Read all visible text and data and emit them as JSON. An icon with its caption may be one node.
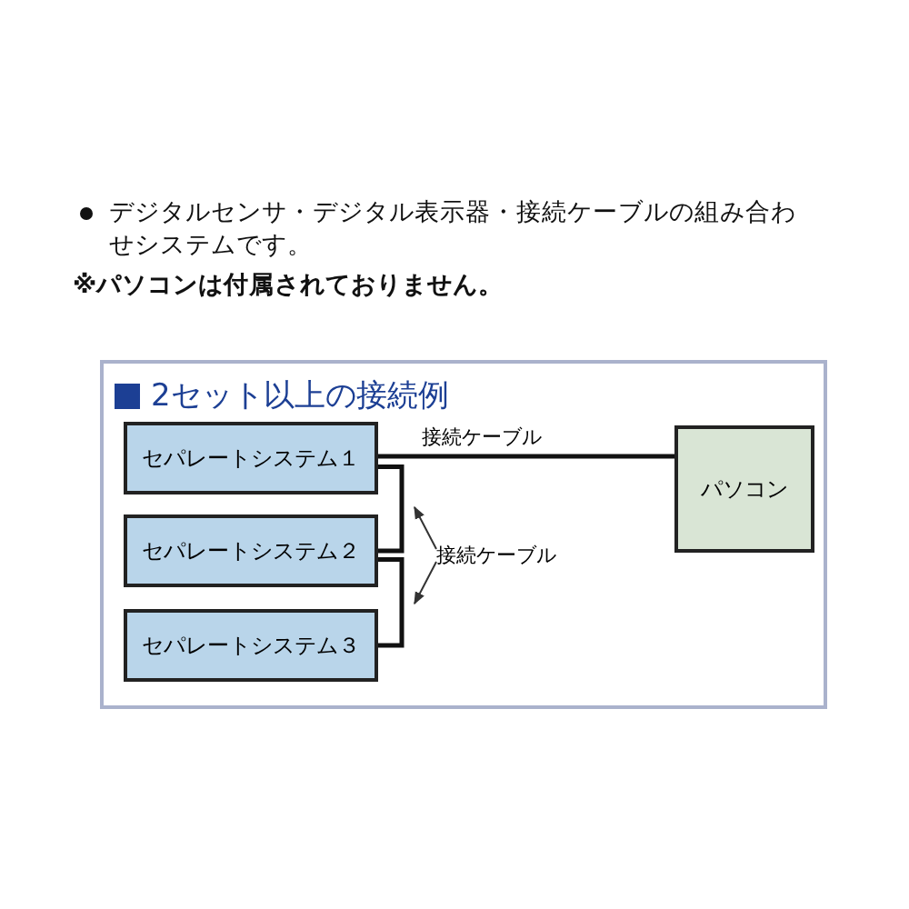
{
  "diagram": {
    "nodes": [
      {
        "text": [
          "2セット以上の接続例"
        ]
      },
      {
        "text": [
          "セパレートシステム１"
        ],
        "in": 0
      },
      {
        "text": [
          "セパレートシステム２"
        ],
        "in": 0
      },
      {
        "text": [
          "セパレートシステム３"
        ],
        "in": 0
      },
      {
        "text": [
          "パソコン"
        ],
        "in": 0
      },
      {
        "text": [
          "接続ケーブル"
        ],
        "in": 0
      }
    ],
    "edges": [
      {
        "from": 1,
        "to": 4,
        "arrow": "none",
        "label": "接続ケーブル"
      },
      {
        "from": 1,
        "to": 2,
        "arrow": "none"
      },
      {
        "from": 2,
        "to": 3,
        "arrow": "none"
      },
      {
        "from": 5,
        "to": null,
        "arrow": "to"
      },
      {
        "from": 5,
        "to": null,
        "arrow": "to"
      }
    ],
    "labels": [
      "デジタルセンサ・デジタル表示器・接続ケーブルの組み合わせシステムです。",
      "※パソコンは付属されておりません。"
    ]
  }
}
